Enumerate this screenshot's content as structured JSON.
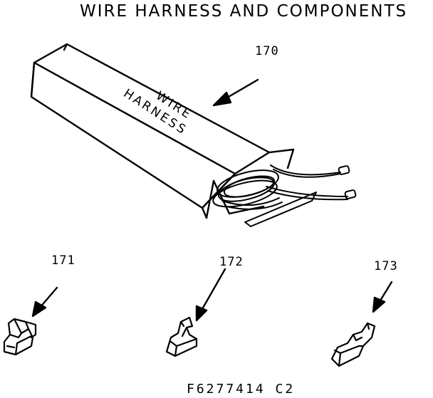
{
  "title": "WIRE HARNESS AND COMPONENTS",
  "box_text_line1": "WIRE",
  "box_text_line2": "HARNESS",
  "callouts": {
    "harness": "170",
    "terminal_a": "171",
    "terminal_b": "172",
    "terminal_c": "173"
  },
  "figure_code": "F6277414 C2",
  "colors": {
    "ink": "#000000",
    "paper": "#ffffff"
  }
}
